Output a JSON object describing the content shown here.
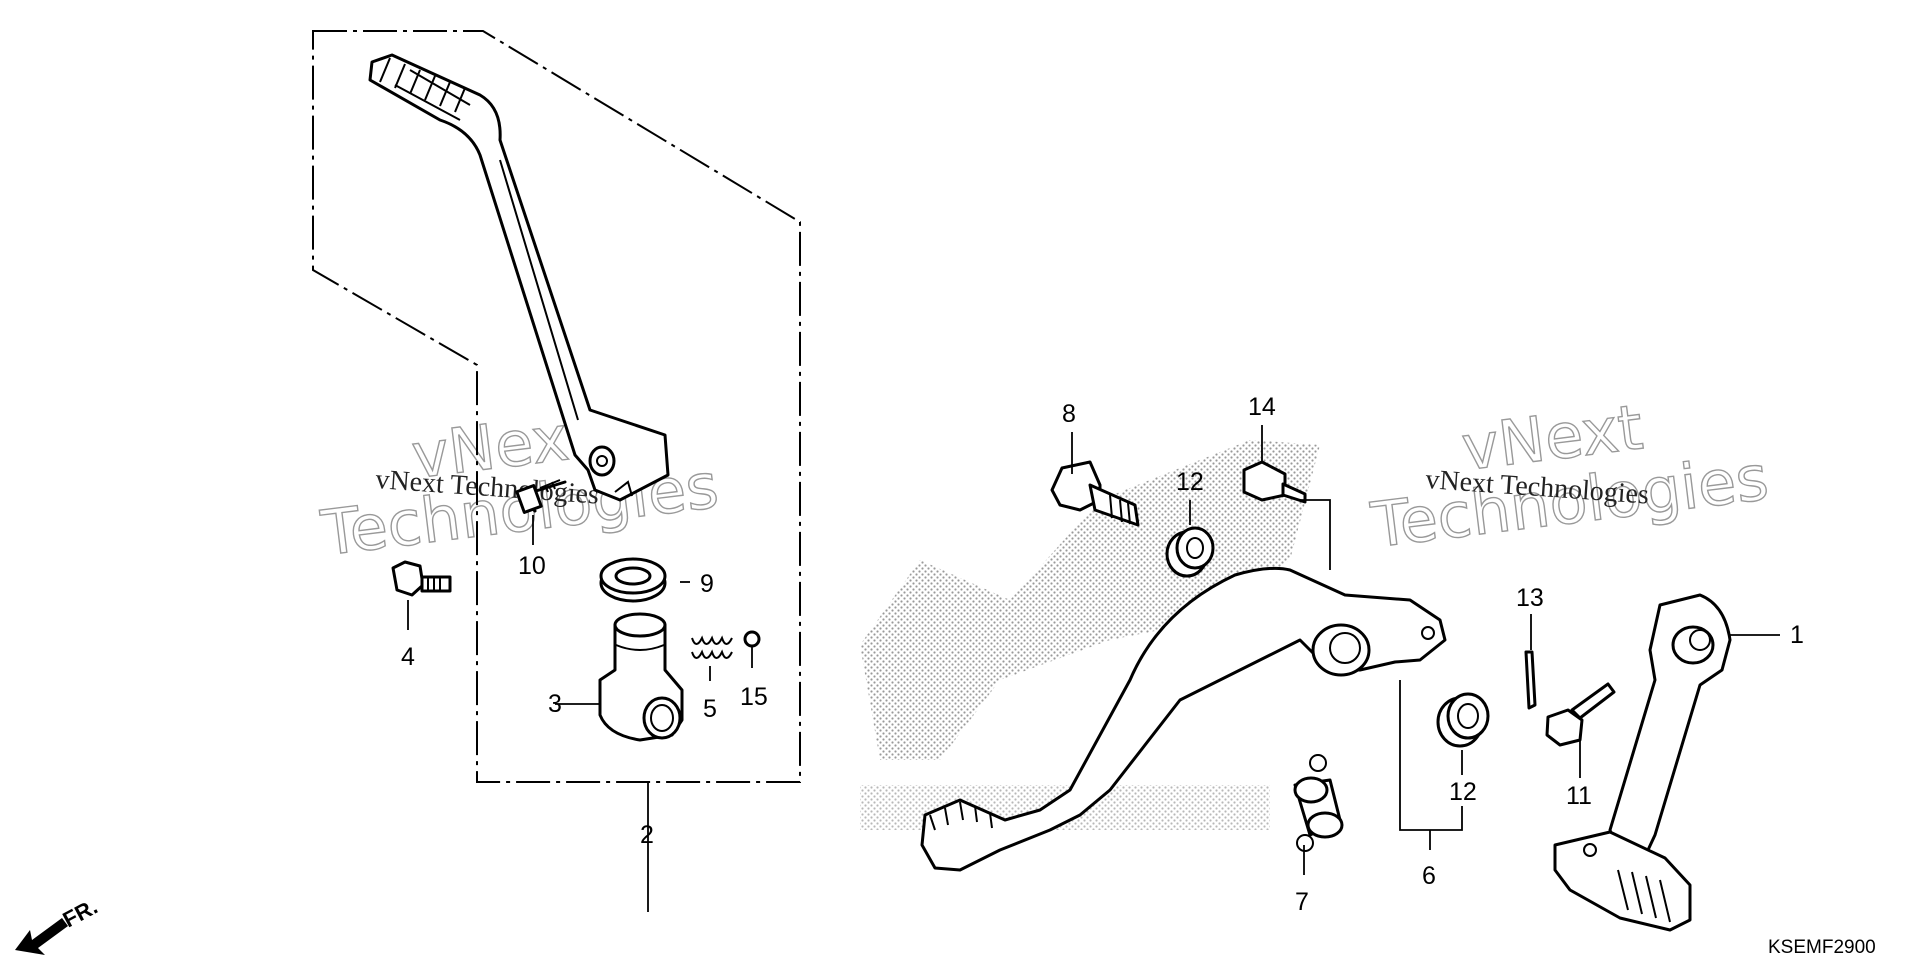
{
  "callouts": {
    "c1": "1",
    "c2": "2",
    "c3": "3",
    "c4": "4",
    "c5": "5",
    "c6": "6",
    "c7": "7",
    "c8": "8",
    "c9": "9",
    "c10": "10",
    "c11": "11",
    "c12a": "12",
    "c12b": "12",
    "c13": "13",
    "c14": "14",
    "c15": "15"
  },
  "diagram_code": "KSEMF2900",
  "front_indicator": "FR.",
  "watermarks": {
    "left_small": "vNext Technologies",
    "left_big_line1": "vNext",
    "left_big_line2": "Technologies",
    "right_small": "vNext Technologies",
    "right_big_line1": "vNext",
    "right_big_line2": "Technologies"
  },
  "icons": [
    "front-arrow-icon",
    "dot-pattern-logo"
  ]
}
